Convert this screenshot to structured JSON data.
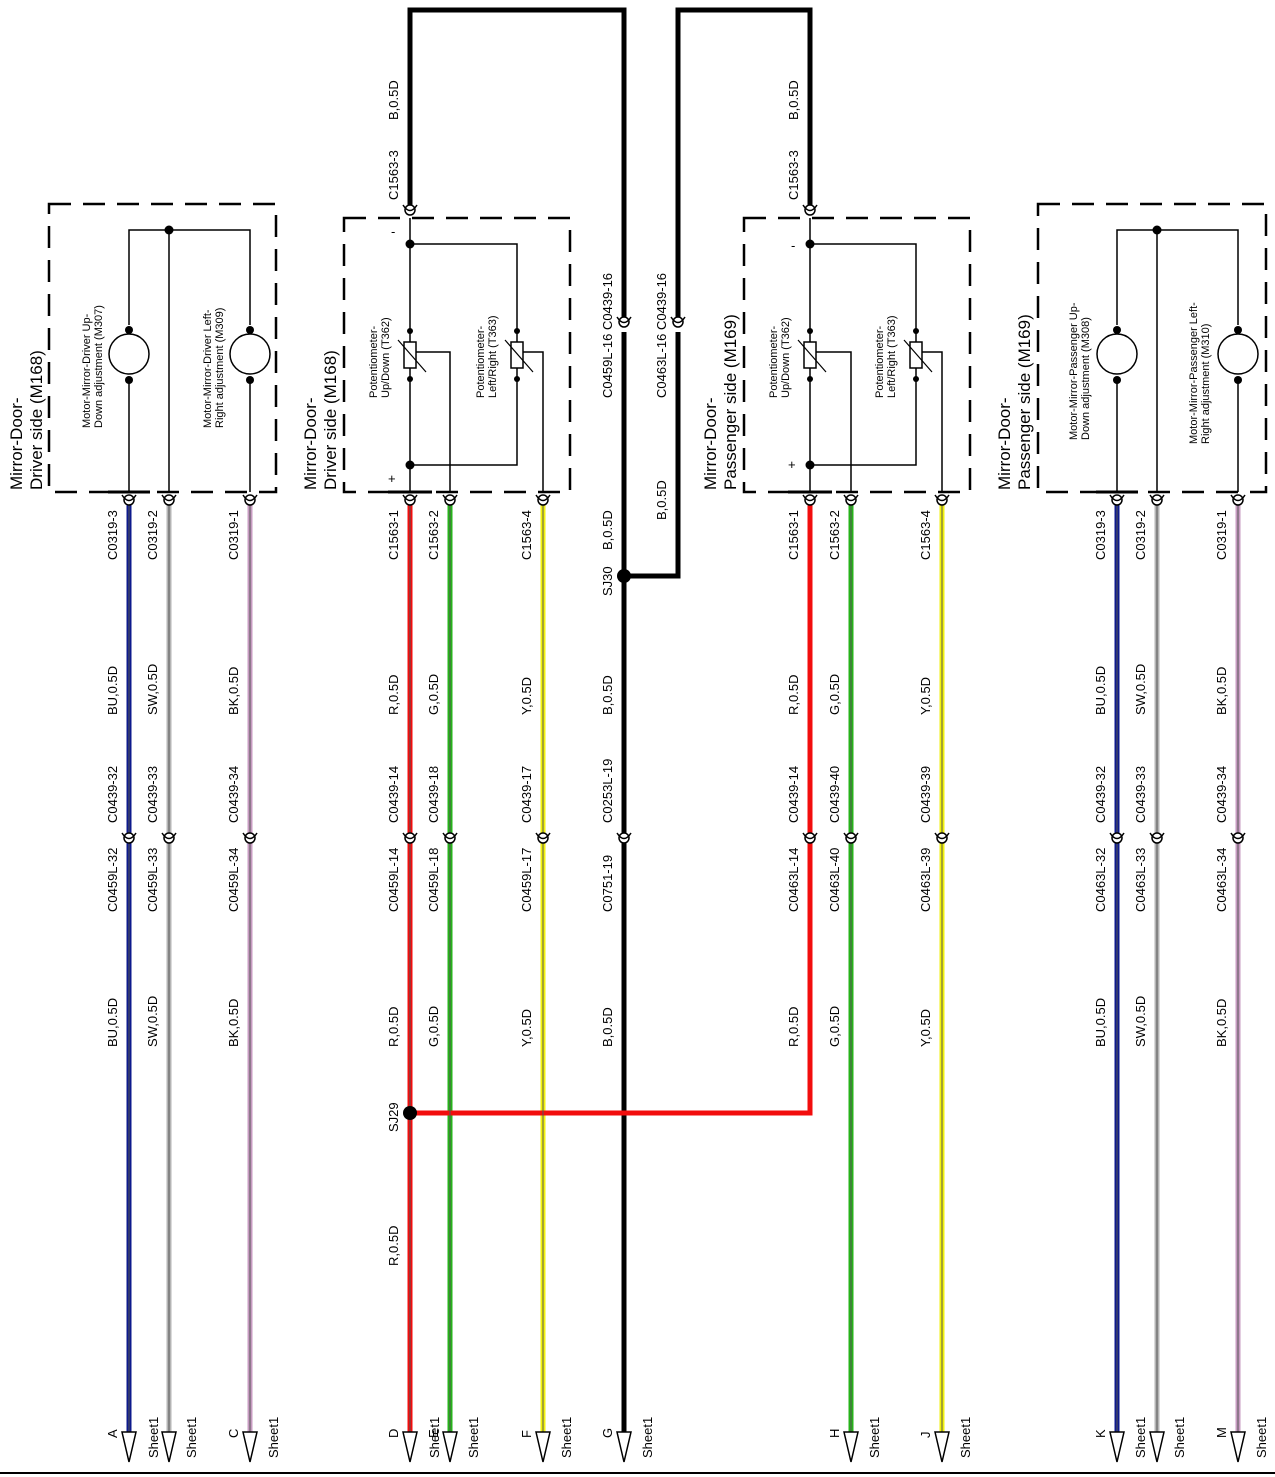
{
  "colors": {
    "black": "#000000",
    "blue": "#0d1a8c",
    "grey": "#b4b4b4",
    "purple": "#c79bc1",
    "red": "#f20d0d",
    "green": "#26b31a",
    "yellow": "#f2f20d",
    "sheet_line": "#555555"
  },
  "icons": {
    "connector": "half-circle-connector-icon",
    "splice": "splice-dot-icon",
    "motor": "motor-circle-icon",
    "potentiometer": "potentiometer-icon",
    "offsheet": "arrow-down-icon"
  },
  "components": {
    "m168_motors": {
      "title_line1": "Mirror-Door-",
      "title_line2": "Driver side (M168)",
      "motor1_line1": "Motor-Mirror-Driver Up-",
      "motor1_line2": "Down adjustment (M307)",
      "motor2_line1": "Motor-Mirror-Driver Left-",
      "motor2_line2": "Right adjustment (M309)"
    },
    "m168_pots": {
      "title_line1": "Mirror-Door-",
      "title_line2": "Driver side (M168)",
      "pot1_line1": "Potentiometer-",
      "pot1_line2": "Up/Down (T362)",
      "pot2_line1": "Potentiometer-",
      "pot2_line2": "Left/Right (T363)"
    },
    "m169_pots": {
      "title_line1": "Mirror-Door-",
      "title_line2": "Passenger side (M169)",
      "pot1_line1": "Potentiometer-",
      "pot1_line2": "Up/Down (T362)",
      "pot2_line1": "Potentiometer-",
      "pot2_line2": "Left/Right (T363)"
    },
    "m169_motors": {
      "title_line1": "Mirror-Door-",
      "title_line2": "Passenger side (M169)",
      "motor1_line1": "Motor-Mirror-Passenger Up-",
      "motor1_line2": "Down adjustment (M308)",
      "motor2_line1": "Motor-Mirror-Passenger Left-",
      "motor2_line2": "Right adjustment (M310)"
    },
    "pins": {
      "minus": "-",
      "plus": "+"
    }
  },
  "top_loops": {
    "left": {
      "pin": "C1563-3",
      "wire": "B,0.5D",
      "far": "C0459L-16  C0439-16"
    },
    "right": {
      "pin": "C1563-3",
      "wire": "B,0.5D",
      "far": "C0463L-16  C0439-16"
    }
  },
  "splices": {
    "sj30": "SJ30",
    "sj29": "SJ29"
  },
  "wires": [
    {
      "letter": "A",
      "sheet": "Sheet1",
      "pin": "C0319-3",
      "wire1": "BU,0.5D",
      "conn_top": "C0439-32",
      "conn_bot": "C0459L-32",
      "wire2": "BU,0.5D"
    },
    {
      "letter": "",
      "sheet": "Sheet1",
      "pin": "C0319-2",
      "wire1": "SW,0.5D",
      "conn_top": "C0439-33",
      "conn_bot": "C0459L-33",
      "wire2": "SW,0.5D"
    },
    {
      "letter": "C",
      "sheet": "Sheet1",
      "pin": "C0319-1",
      "wire1": "BK,0.5D",
      "conn_top": "C0439-34",
      "conn_bot": "C0459L-34",
      "wire2": "BK,0.5D"
    },
    {
      "letter": "D",
      "sheet": "Sheet1",
      "pin": "C1563-1",
      "wire1": "R,0.5D",
      "conn_top": "C0439-14",
      "conn_bot": "C0459L-14",
      "wire2": "R,0.5D",
      "wire3": "R,0.5D"
    },
    {
      "letter": "E",
      "sheet": "Sheet1",
      "pin": "C1563-2",
      "wire1": "G,0.5D",
      "conn_top": "C0439-18",
      "conn_bot": "C0459L-18",
      "wire2": "G,0.5D"
    },
    {
      "letter": "F",
      "sheet": "Sheet1",
      "pin": "C1563-4",
      "wire1": "Y,0.5D",
      "conn_top": "C0439-17",
      "conn_bot": "C0459L-17",
      "wire2": "Y,0.5D"
    },
    {
      "letter": "G",
      "sheet": "Sheet1",
      "pin": "",
      "wire1": "B,0.5D",
      "wire1b": "B,0.5D",
      "conn_top": "C0253L-19",
      "conn_bot": "C0751-19",
      "wire2": "B,0.5D"
    },
    {
      "letter": "H",
      "sheet": "Sheet1",
      "pin": "C1563-2",
      "wire1": "G,0.5D",
      "conn_top": "C0439-40",
      "conn_bot": "C0463L-40",
      "wire2": "G,0.5D"
    },
    {
      "letter": "J",
      "sheet": "Sheet1",
      "pin": "C1563-4",
      "wire1": "Y,0.5D",
      "conn_top": "C0439-39",
      "conn_bot": "C0463L-39",
      "wire2": "Y,0.5D"
    },
    {
      "letter": "K",
      "sheet": "Sheet1",
      "pin": "C0319-3",
      "wire1": "BU,0.5D",
      "conn_top": "C0439-32",
      "conn_bot": "C0463L-32",
      "wire2": "BU,0.5D"
    },
    {
      "letter": "",
      "sheet": "Sheet1",
      "pin": "C0319-2",
      "wire1": "SW,0.5D",
      "conn_top": "C0439-33",
      "conn_bot": "C0463L-33",
      "wire2": "SW,0.5D"
    },
    {
      "letter": "M",
      "sheet": "Sheet1",
      "pin": "C0319-1",
      "wire1": "BK,0.5D",
      "conn_top": "C0439-34",
      "conn_bot": "C0463L-34",
      "wire2": "BK,0.5D"
    }
  ],
  "red_right": {
    "pin": "C1563-1",
    "wire1": "R,0.5D",
    "conn_top": "C0439-14",
    "conn_bot": "C0463L-14",
    "wire2": "R,0.5D"
  }
}
